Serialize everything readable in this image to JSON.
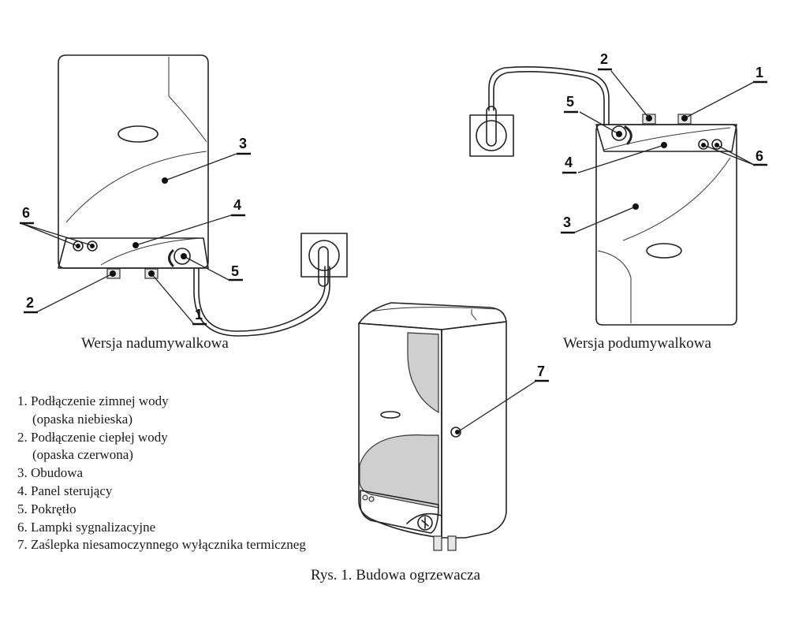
{
  "callouts": {
    "left": [
      "1",
      "2",
      "3",
      "4",
      "5",
      "6"
    ],
    "right": [
      "1",
      "2",
      "3",
      "4",
      "5",
      "6"
    ],
    "center": [
      "7"
    ]
  },
  "captions": {
    "left_version": "Wersja nadumywalkowa",
    "right_version": "Wersja podumywalkowa",
    "figure": "Rys. 1. Budowa ogrzewacza"
  },
  "legend": [
    {
      "line": "1. Podłączenie zimnej wody",
      "sub": "(opaska niebieska)"
    },
    {
      "line": "2. Podłączenie ciepłej wody",
      "sub": "(opaska czerwona)"
    },
    {
      "line": "3. Obudowa"
    },
    {
      "line": "4. Panel sterujący"
    },
    {
      "line": "5. Pokrętło"
    },
    {
      "line": "6. Lampki sygnalizacyjne"
    },
    {
      "line": "7. Zaślepka niesamoczynnego wyłącznika termiczneg"
    }
  ]
}
